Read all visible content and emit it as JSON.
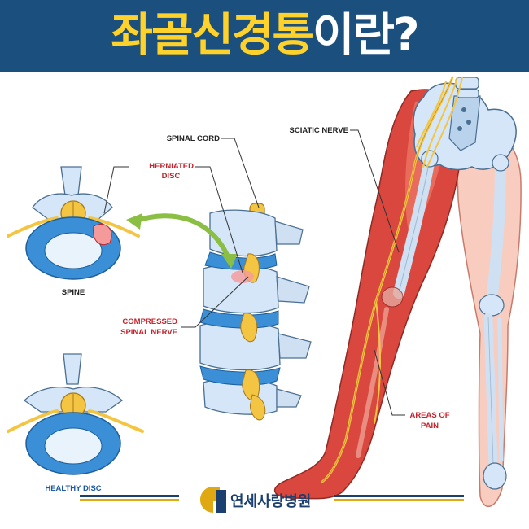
{
  "header": {
    "title_highlight": "좌골신경통",
    "title_rest": "이란?"
  },
  "labels": {
    "spinal_cord": "SPINAL CORD",
    "herniated_disc_line1": "HERNIATED",
    "herniated_disc_line2": "DISC",
    "spine": "SPINE",
    "compressed_line1": "COMPRESSED",
    "compressed_line2": "SPINAL NERVE",
    "healthy_disc": "HEALTHY DISC",
    "sciatic_nerve": "SCIATIC NERVE",
    "areas_line1": "AREAS OF",
    "areas_line2": "PAIN"
  },
  "footer": {
    "logo_text": "연세사랑병원"
  },
  "colors": {
    "banner": "#1b4f7e",
    "title_highlight": "#ffd22b",
    "pain_red": "#d9473e",
    "bone": "#cfe0f2",
    "disc_blue": "#3b8fd6",
    "nerve_yellow": "#f4c542",
    "label_red": "#c4232c",
    "label_blue": "#1e5aa8",
    "footer_gold": "#e0a812",
    "footer_navy": "#1b3f6e"
  },
  "icons": {
    "logo": "yonsei-sarang-logo-icon",
    "arrow": "double-arrow-icon"
  }
}
